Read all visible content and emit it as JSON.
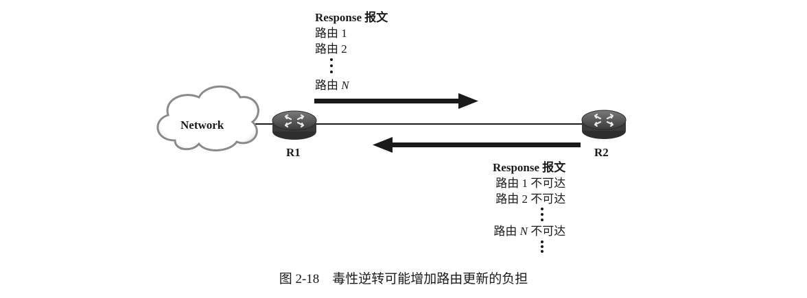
{
  "cloud": {
    "label": "Network"
  },
  "routers": [
    {
      "label": "R1"
    },
    {
      "label": "R2"
    }
  ],
  "message_top": {
    "title": "Response 报文",
    "lines": [
      {
        "prefix": "路由 ",
        "var": "",
        "suffix": "1"
      },
      {
        "prefix": "路由 ",
        "var": "",
        "suffix": "2"
      },
      {
        "prefix": "路由 ",
        "var": "N",
        "suffix": ""
      }
    ]
  },
  "message_bottom": {
    "title": "Response 报文",
    "lines": [
      {
        "prefix": "路由 ",
        "var": "",
        "suffix": "1 不可达"
      },
      {
        "prefix": "路由 ",
        "var": "",
        "suffix": "2 不可达"
      },
      {
        "prefix": "路由 ",
        "var": "N",
        "suffix": " 不可达"
      }
    ]
  },
  "caption": "图 2-18　毒性逆转可能增加路由更新的负担",
  "colors": {
    "router_body": "#4a4a4a",
    "router_top": "#6b6b6b",
    "line": "#1a1a1a",
    "cloud_fill": "#ffffff",
    "cloud_stroke": "#777777"
  }
}
